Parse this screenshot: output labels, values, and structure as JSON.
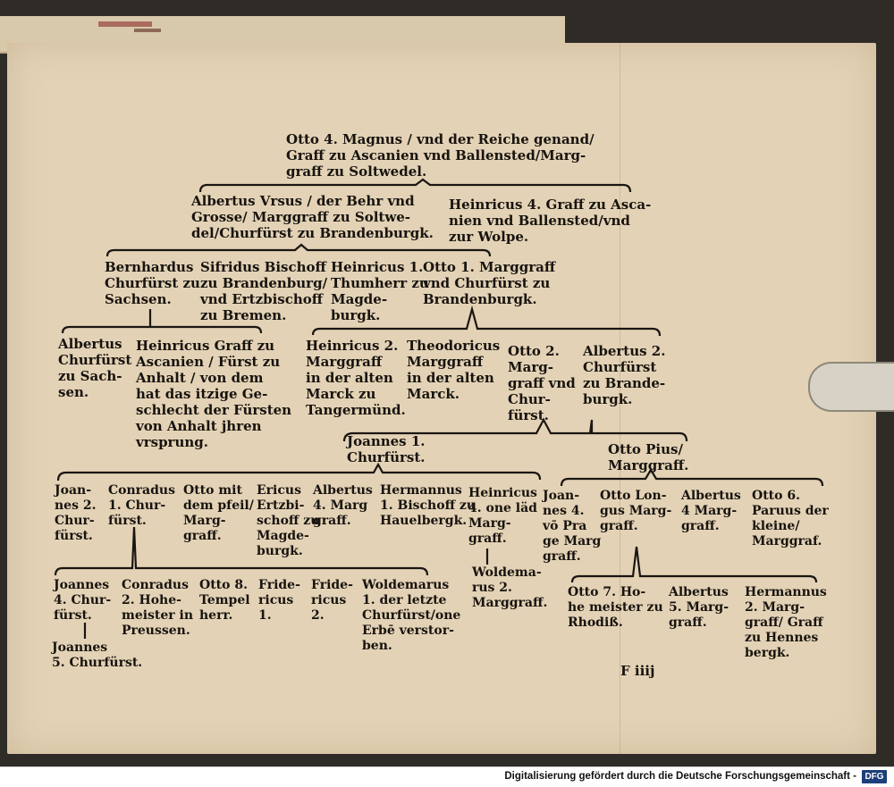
{
  "tree": {
    "root": "Otto 4. Magnus / vnd der Reiche genand/\nGraff zu Ascanien vnd Ballensted/Marg-\ngraff zu Soltwedel.",
    "gen1": [
      "Albertus Vrsus / der Behr vnd\nGrosse/ Marggraff zu Soltwe-\ndel/Churfürst zu Brandenburgk.",
      "Heinricus 4. Graff zu Asca-\nnien vnd Ballensted/vnd\nzur Wolpe."
    ],
    "gen2": [
      "Bernhardus\nChurfürst zu\nSachsen.",
      "Sifridus Bischoff\nzu Brandenburg/\nvnd Ertzbischoff\nzu Bremen.",
      "Heinricus 1.\nThumherr zu\nMagde-\nburgk.",
      "Otto 1. Marggraff\nvnd Churfürst zu\nBrandenburgk."
    ],
    "gen3a": [
      "Albertus\nChurfürst\nzu Sach-\nsen.",
      "Heinricus Graff zu\nAscanien / Fürst zu\nAnhalt / von dem\nhat das itzige Ge-\nschlecht der Fürsten\nvon Anhalt jhren\nvrsprung."
    ],
    "gen3b": [
      "Heinricus 2.\nMarggraff\nin der alten\nMarck zu\nTangermünd.",
      "Theodoricus\nMarggraff\nin der alten\nMarck.",
      "Otto 2.\nMarg-\ngraff vnd\nChur-\nfürst.",
      "Albertus 2.\nChurfürst\nzu Brande-\nburgk."
    ],
    "gen4": [
      "Joannes 1.\nChurfürst.",
      "Otto Pius/\nMarggraff."
    ],
    "gen5a": [
      "Joan-\nnes 2.\nChur-\nfürst.",
      "Conradus\n1. Chur-\nfürst.",
      "Otto mit\ndem pfeil/\nMarg-\ngraff.",
      "Ericus\nErtzbi-\nschoff zu\nMagde-\nburgk.",
      "Albertus\n4. Marg\ngraff.",
      "Hermannus\n1. Bischoff zu\nHauelbergk.",
      "Heinricus\n4. one läd\nMarg-\ngraff."
    ],
    "gen5b": [
      "Joan-\nnes 4.\nvō Pra\nge Marg\ngraff.",
      "Otto Lon-\ngus Marg-\ngraff.",
      "Albertus\n4 Marg-\ngraff.",
      "Otto 6.\nParuus der\nkleine/\nMarggraf."
    ],
    "gen6a": [
      "Joannes\n4. Chur-\nfürst.",
      "Conradus\n2. Hohe-\nmeister in\nPreussen.",
      "Otto 8.\nTempel\nherr.",
      "Fride-\nricus\n1.",
      "Fride-\nricus\n2.",
      "Woldemarus\n1. der letzte\nChurfürst/one\nErbē verstor-\nben."
    ],
    "woldemarus2": "Woldema-\nrus 2.\nMarggraff.",
    "gen6b": [
      "Otto 7. Ho-\nhe meister zu\nRhodiß.",
      "Albertus\n5. Marg-\ngraff.",
      "Hermannus\n2. Marg-\ngraff/ Graff\nzu Hennes\nbergk."
    ],
    "gen7": "Joannes\n5. Churfürst."
  },
  "signature": "F iiij",
  "footer": {
    "text": "Digitalisierung gefördert durch die Deutsche Forschungsgemeinschaft -",
    "logo": "DFG"
  }
}
